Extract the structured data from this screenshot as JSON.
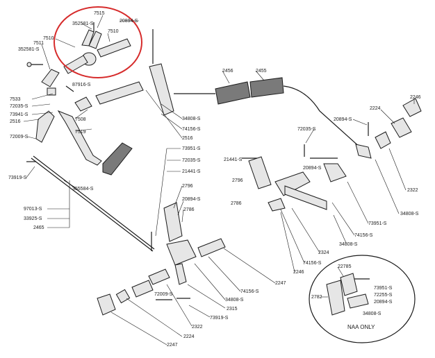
{
  "highlight": {
    "color": "#d62b2b"
  },
  "labels": {
    "l7515": "7515",
    "l20894a": "20894-S",
    "l352581a": "352581-S",
    "l7510a": "7510",
    "l7510b": "7510",
    "l7511": "7511",
    "l352581b": "352581-S",
    "l87916": "87916-S",
    "l7533": "7533",
    "l72035a": "72035-S",
    "l73941": "73941-S",
    "l2516a": "2516",
    "l72009a": "72009-S",
    "l73919a": "73919-S",
    "l7508": "7508",
    "l7519": "7519",
    "l355584": "355584-S",
    "l97013": "97013-S",
    "l33925": "33925-S",
    "l2465": "2465",
    "l2456": "2456",
    "l2455": "2455",
    "l34808a": "34808-S",
    "l74156a": "74156-S",
    "l2516b": "2516",
    "l2246a": "2246",
    "l2224a": "2224",
    "l20894b": "20894-S",
    "l72035b": "72035-S",
    "l73951a": "73951-S",
    "l72035c": "72035-S",
    "l21441a": "21441-S",
    "l2796a": "2796",
    "l20894c": "20894-S",
    "l2786a": "2786",
    "l21441b": "21441-S",
    "l2796b": "2796",
    "l20894d": "20894-S",
    "l2786b": "2786",
    "l2322a": "2322",
    "l34808b": "34808-S",
    "l73951b": "73951-S",
    "l74156b": "74156-S",
    "l34808c": "34808-S",
    "l2324": "2324",
    "l74156c": "74156-S",
    "l2246b": "2246",
    "l2247a": "2247",
    "l74156d": "74156-S",
    "l34808d": "34808-S",
    "l72009b": "72009-S",
    "l2315": "2315",
    "l73919b": "73919-S",
    "l2322b": "2322",
    "l2224b": "2224",
    "l2247b": "2247",
    "l22785": "22785",
    "l2782": "2782",
    "l73951c": "73951-S",
    "l72255": "72255-S",
    "l20894e": "20894-S",
    "l34808e": "34808-S",
    "naa": "NAA ONLY"
  }
}
